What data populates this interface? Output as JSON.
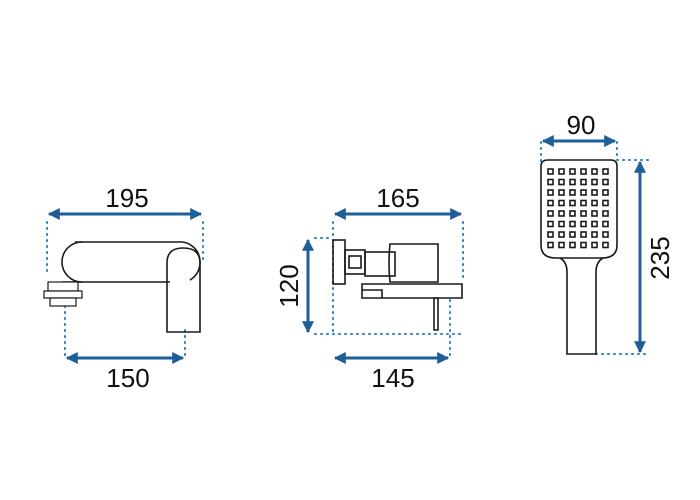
{
  "dimensions": {
    "faucet_overall_width": "195",
    "faucet_mount_spacing": "150",
    "side_view_depth": "165",
    "side_view_height": "120",
    "side_view_wall_depth": "145",
    "shower_head_width": "90",
    "shower_head_length": "235"
  },
  "colors": {
    "dimension_arrow": "#1f5f99",
    "guide_dots": "#2c7fbf",
    "outline": "#1a1a1a"
  },
  "icons": {
    "arrow": "double-headed-arrow",
    "faucet_front": "wall-mounted-mixer-front-view",
    "faucet_side": "wall-mounted-mixer-side-view",
    "shower_head": "hand-shower-head"
  }
}
